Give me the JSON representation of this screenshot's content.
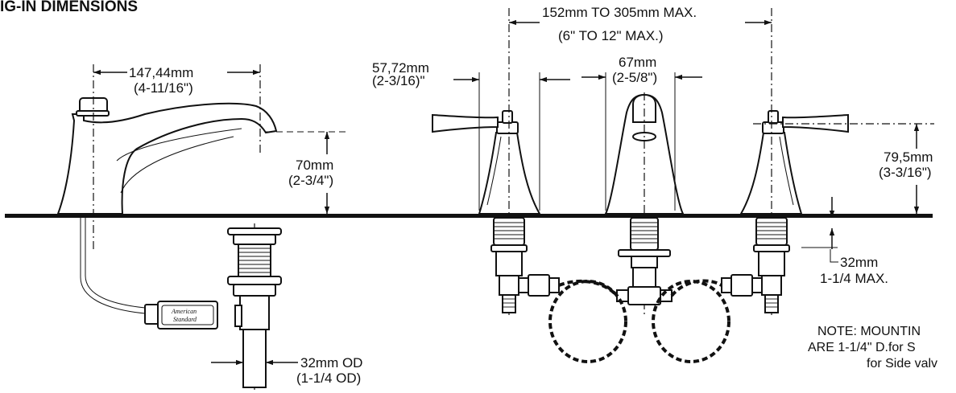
{
  "title": "IG-IN DIMENSIONS",
  "dimensions": {
    "spout_reach_mm": "147,44mm",
    "spout_reach_in": "(4-11/16\")",
    "spout_height_mm": "70mm",
    "spout_height_in": "(2-3/4\")",
    "handle_spread_mm": "152mm TO 305mm MAX.",
    "handle_spread_in": "(6\" TO 12\" MAX.)",
    "handle_base_mm": "57,72mm",
    "handle_base_in": "(2-3/16)\"",
    "spout_base_mm": "67mm",
    "spout_base_in": "(2-5/8\")",
    "handle_height_mm": "79,5mm",
    "handle_height_in": "(3-3/16\")",
    "deck_thickness_mm": "32mm",
    "deck_thickness_in": "1-1/4 MAX.",
    "drain_od_mm": "32mm OD",
    "drain_od_in": "(1-1/4 OD)"
  },
  "note": {
    "line1": "NOTE: MOUNTIN",
    "line2": "ARE 1-1/4\" D.for S",
    "line3": "for Side valv"
  },
  "brand": {
    "line1": "American",
    "line2": "Standard"
  }
}
